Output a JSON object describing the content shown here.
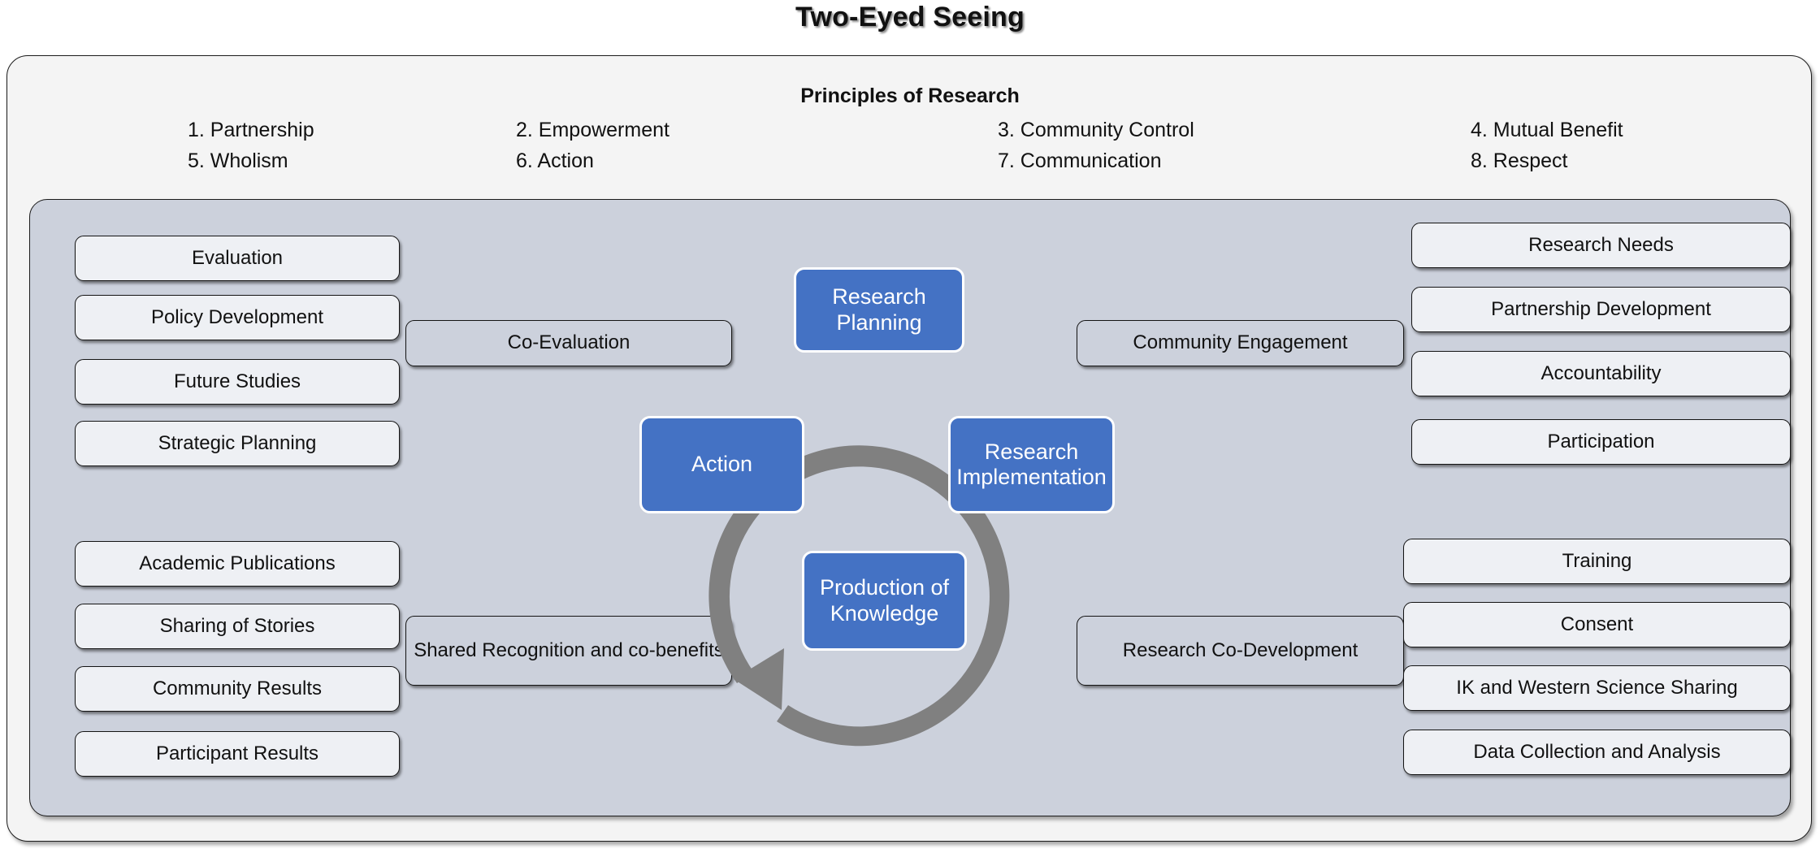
{
  "title": "Two-Eyed Seeing",
  "principles": {
    "heading": "Principles of Research",
    "items": [
      {
        "label": "1. Partnership",
        "col": 0,
        "row": 0
      },
      {
        "label": "5. Wholism",
        "col": 0,
        "row": 1
      },
      {
        "label": "2. Empowerment",
        "col": 1,
        "row": 0
      },
      {
        "label": "6. Action",
        "col": 1,
        "row": 1
      },
      {
        "label": "3. Community Control",
        "col": 2,
        "row": 0
      },
      {
        "label": "7. Communication",
        "col": 2,
        "row": 1
      },
      {
        "label": "4. Mutual Benefit",
        "col": 3,
        "row": 0
      },
      {
        "label": "8. Respect",
        "col": 3,
        "row": 1
      }
    ]
  },
  "cycle": {
    "nodes": [
      {
        "label": "Research Planning",
        "position": "top"
      },
      {
        "label": "Research Implementation",
        "position": "right"
      },
      {
        "label": "Production of Knowledge",
        "position": "bottom"
      },
      {
        "label": "Action",
        "position": "left"
      }
    ],
    "direction": "clockwise",
    "arrow_color": "#808080"
  },
  "left_column": {
    "upper": [
      "Evaluation",
      "Policy Development",
      "Future Studies",
      "Strategic Planning"
    ],
    "lower": [
      "Academic Publications",
      "Sharing of Stories",
      "Community  Results",
      "Participant Results"
    ]
  },
  "right_column": {
    "upper": [
      "Research Needs",
      "Partnership Development",
      "Accountability",
      "Participation"
    ],
    "lower": [
      "Training",
      "Consent",
      "IK and Western Science Sharing",
      "Data Collection and Analysis"
    ]
  },
  "inner_left": {
    "upper": "Co-Evaluation",
    "lower": "Shared  Recognition and co-benefits"
  },
  "inner_right": {
    "upper": "Community  Engagement",
    "lower": "Research Co-Development"
  },
  "colors": {
    "cycle_blue": "#4472C4",
    "panel_bg": "#CCD1DC",
    "frame_bg": "#F4F4F4",
    "box_bg": "#EEF0F4",
    "arrow_gray": "#808080"
  }
}
